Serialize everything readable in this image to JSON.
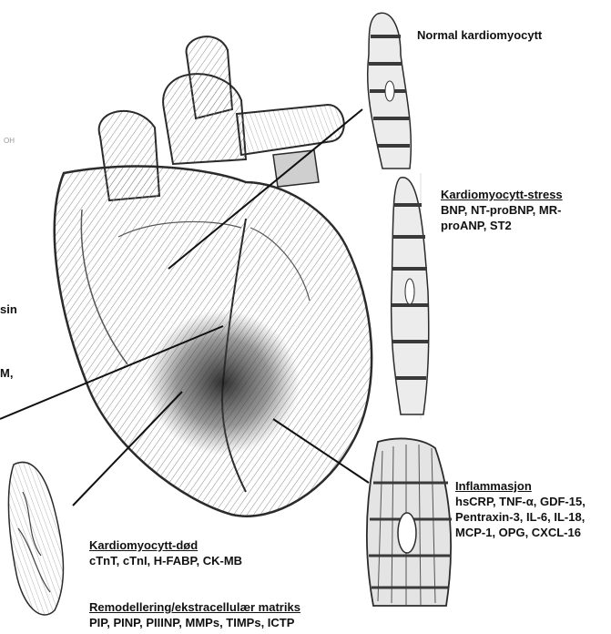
{
  "labels": {
    "normal": "Normal kardiomyocytt",
    "stress_title": "Kardiomyocytt-stress",
    "stress_markers": "BNP, NT-proBNP, MR-proANP, ST2",
    "inflammation_title": "Inflammasjon",
    "inflammation_markers": "hsCRP, TNF-α, GDF-15, Pentraxin-3, IL-6, IL-18, MCP-1, OPG, CXCL-16",
    "death_title": "Kardiomyocytt-død",
    "death_markers": "cTnT, cTnI, H-FABP, CK-MB",
    "remodel_title": "Remodellering/ekstracellulær matriks",
    "remodel_markers": "PIP, PINP, PIIINP, MMPs, TIMPs, ICTP"
  },
  "cropped_edge_text": {
    "fragment1": "OH",
    "fragment2": "sin",
    "fragment3": "M,"
  },
  "colors": {
    "ink": "#111111",
    "sketch_dark": "#2b2b2b",
    "sketch_mid": "#7a7a7a",
    "sketch_light": "#d9d9d9"
  }
}
